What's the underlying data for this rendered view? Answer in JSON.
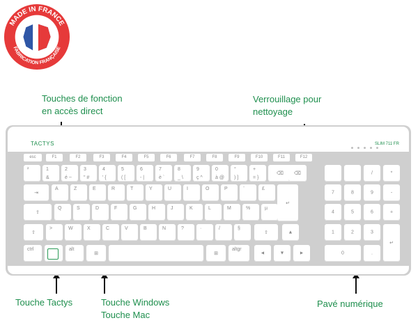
{
  "badge": {
    "top_text": "MADE IN FRANCE",
    "bottom_text": "FABRICATION FRANÇAISE"
  },
  "callouts": {
    "function_keys": [
      "Touches de fonction",
      "en accès direct"
    ],
    "cleaning_lock": [
      "Verrouillage pour",
      "nettoyage"
    ],
    "tactys_key": "Touche Tactys",
    "windows_key": [
      "Touche Windows",
      "Touche Mac"
    ],
    "numpad": "Pavé numérique"
  },
  "keyboard": {
    "brand": "TACTYS",
    "model": "SLIM 711 FR",
    "fkeys": [
      "esc",
      "F1",
      "F2",
      "F3",
      "F4",
      "F5",
      "F6",
      "F7",
      "F8",
      "F9",
      "F10",
      "F11",
      "F12"
    ],
    "row1": [
      {
        "t": "²",
        "b": ""
      },
      {
        "t": "1",
        "b": "&"
      },
      {
        "t": "2",
        "b": "é ~"
      },
      {
        "t": "3",
        "b": "\" #"
      },
      {
        "t": "4",
        "b": "' {"
      },
      {
        "t": "5",
        "b": "( ["
      },
      {
        "t": "6",
        "b": "- |"
      },
      {
        "t": "7",
        "b": "è `"
      },
      {
        "t": "8",
        "b": "_ \\"
      },
      {
        "t": "9",
        "b": "ç ^"
      },
      {
        "t": "0",
        "b": "à @"
      },
      {
        "t": "°",
        "b": ") ]"
      },
      {
        "t": "+",
        "b": "= }"
      }
    ],
    "row2": [
      "A",
      "Z",
      "E",
      "R",
      "T",
      "Y",
      "U",
      "I",
      "O",
      "P",
      "¨",
      "£"
    ],
    "row3": [
      "Q",
      "S",
      "D",
      "F",
      "G",
      "H",
      "J",
      "K",
      "L",
      "M",
      "%",
      "µ"
    ],
    "row4": [
      ">",
      "W",
      "X",
      "C",
      "V",
      "B",
      "N",
      "?",
      "·",
      "/",
      "§"
    ],
    "backspace": "⌫",
    "tab": "⇥",
    "caps": "⇪",
    "shift": "⇧",
    "enter": "↵",
    "ctrl": "ctrl",
    "alt": "alt",
    "altgr": "altgr",
    "numpad": {
      "row1": [
        "",
        "",
        "/",
        "*"
      ],
      "row2": [
        "7",
        "8",
        "9",
        "-"
      ],
      "row3": [
        "4",
        "5",
        "6",
        "+"
      ],
      "row4": [
        "1",
        "2",
        "3"
      ],
      "row5": [
        "0",
        "."
      ]
    }
  }
}
